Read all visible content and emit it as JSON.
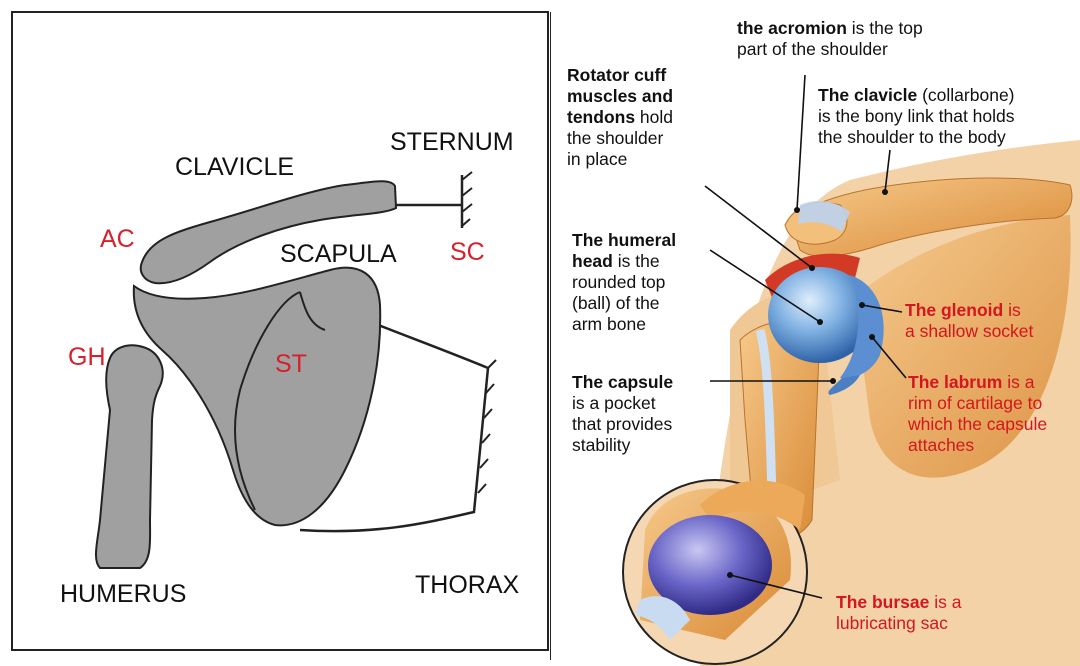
{
  "left_diagram": {
    "labels": {
      "clavicle": "CLAVICLE",
      "sternum": "STERNUM",
      "scapula": "SCAPULA",
      "humerus": "HUMERUS",
      "thorax": "THORAX",
      "ac": "AC",
      "sc": "SC",
      "gh": "GH",
      "st": "ST"
    },
    "colors": {
      "bone": "#a0a0a0",
      "joint_label": "#d8202a"
    }
  },
  "right_illustration": {
    "acromion": {
      "bold": "the acromion",
      "line1": " is the top",
      "line2": "part of the shoulder"
    },
    "rotator": {
      "b1": "Rotator cuff",
      "b2": "muscles and",
      "b3": "tendons",
      "r3": " hold",
      "l4": "the shoulder",
      "l5": "in place"
    },
    "clavicle": {
      "bold": "The clavicle",
      "r1": " (collarbone)",
      "l2": "is the bony link that holds",
      "l3": "the shoulder to the body"
    },
    "humeral": {
      "b1": "The humeral",
      "b2": "head",
      "r2": " is the",
      "l3": "rounded top",
      "l4": "(ball) of the",
      "l5": "arm bone"
    },
    "glenoid": {
      "bold": "The glenoid",
      "r1": " is",
      "l2": "a shallow socket"
    },
    "capsule": {
      "bold": "The capsule",
      "l2": "is a pocket",
      "l3": "that provides",
      "l4": "stability"
    },
    "labrum": {
      "bold": "The labrum",
      "r1": " is a",
      "l2": "rim of cartilage to",
      "l3": "which the capsule",
      "l4": "attaches"
    },
    "bursae": {
      "bold": "The bursae",
      "r1": " is a",
      "l2": "lubricating sac"
    },
    "colors": {
      "skin": "#f3cfa3",
      "bone": "#eaa84e",
      "cartilage": "#5b8fd1",
      "muscle": "#d23a26",
      "red_text": "#d4161e"
    }
  }
}
